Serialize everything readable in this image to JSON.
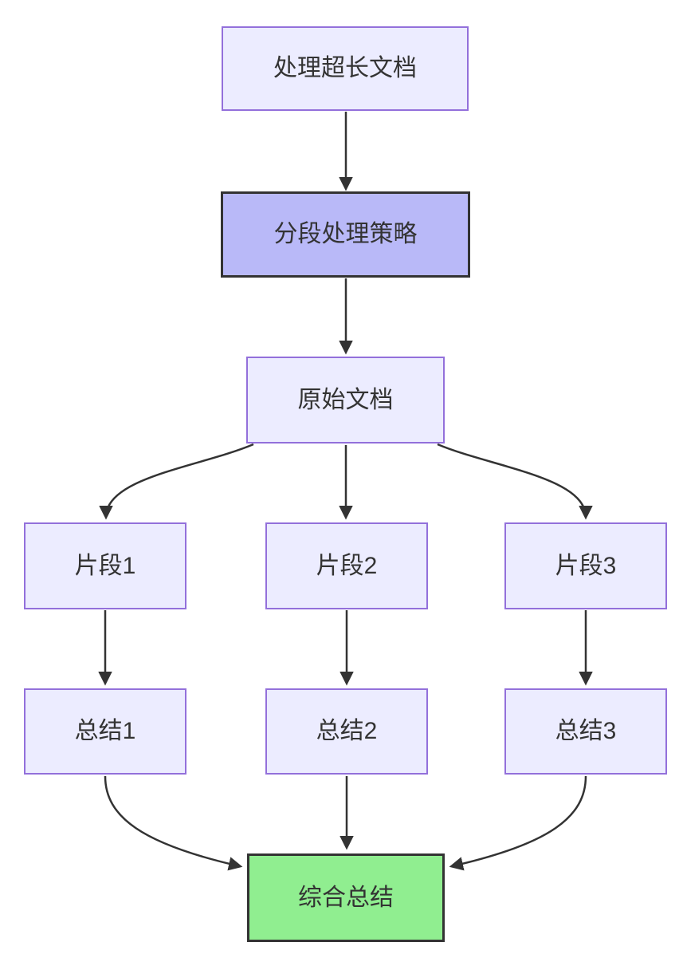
{
  "diagram": {
    "type": "flowchart-top-down",
    "nodes": [
      {
        "id": "A",
        "label": "处理超长文档",
        "type": "default"
      },
      {
        "id": "B",
        "label": "分段处理策略",
        "type": "emphasis"
      },
      {
        "id": "C",
        "label": "原始文档",
        "type": "default"
      },
      {
        "id": "D1",
        "label": "片段1",
        "type": "default"
      },
      {
        "id": "D2",
        "label": "片段2",
        "type": "default"
      },
      {
        "id": "D3",
        "label": "片段3",
        "type": "default"
      },
      {
        "id": "E1",
        "label": "总结1",
        "type": "default"
      },
      {
        "id": "E2",
        "label": "总结2",
        "type": "default"
      },
      {
        "id": "E3",
        "label": "总结3",
        "type": "default"
      }
    ],
    "end_node": {
      "id": "F",
      "label": "综合总结",
      "type": "success"
    },
    "edges": [
      {
        "from": "A",
        "to": "B"
      },
      {
        "from": "B",
        "to": "C"
      },
      {
        "from": "C",
        "to": "D1"
      },
      {
        "from": "C",
        "to": "D2"
      },
      {
        "from": "C",
        "to": "D3"
      },
      {
        "from": "D1",
        "to": "E1"
      },
      {
        "from": "D2",
        "to": "E2"
      },
      {
        "from": "D3",
        "to": "E3"
      },
      {
        "from": "E1",
        "to": "F"
      },
      {
        "from": "E2",
        "to": "F"
      },
      {
        "from": "E3",
        "to": "F"
      }
    ],
    "colors": {
      "canvas_bg": "#ffffff",
      "node_fill": "#ececff",
      "node_border": "#9370db",
      "emphasis_fill": "#b9b9f8",
      "emphasis_border": "#333333",
      "success_fill": "#90ee90",
      "success_border": "#333333",
      "edge": "#333333",
      "text": "#333333"
    }
  }
}
